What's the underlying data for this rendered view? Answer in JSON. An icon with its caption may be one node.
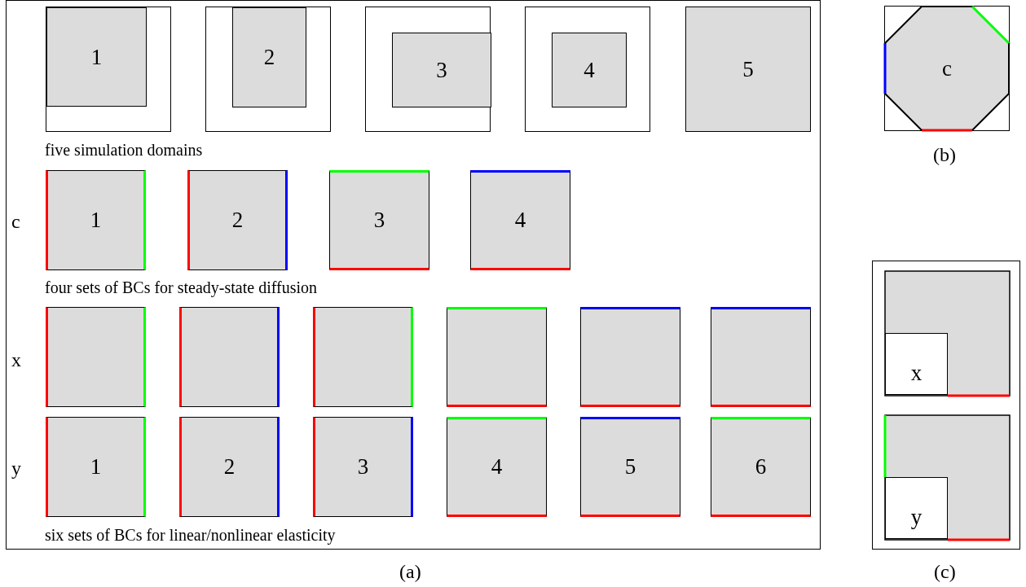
{
  "diagram": {
    "nodes": [
      {
        "text": [],
        "shape": "box"
      },
      {
        "text": [],
        "shape": "box",
        "in": 0
      },
      {
        "text": [
          "1"
        ],
        "in": 1
      },
      {
        "text": [],
        "shape": "box",
        "in": 0
      },
      {
        "text": [
          "2"
        ],
        "in": 3
      },
      {
        "text": [],
        "shape": "box",
        "in": 0
      },
      {
        "text": [
          "3"
        ],
        "in": 5
      },
      {
        "text": [],
        "shape": "box",
        "in": 0
      },
      {
        "text": [
          "4"
        ],
        "in": 7
      },
      {
        "text": [
          "5"
        ],
        "in": 0
      },
      {
        "text": [
          "1"
        ],
        "in": 0
      },
      {
        "text": [
          "2"
        ],
        "in": 0
      },
      {
        "text": [
          "3"
        ],
        "in": 0
      },
      {
        "text": [
          "4"
        ],
        "in": 0
      },
      {
        "text": [],
        "shape": "box",
        "in": 0
      },
      {
        "text": [],
        "shape": "box",
        "in": 0
      },
      {
        "text": [],
        "shape": "box",
        "in": 0
      },
      {
        "text": [],
        "shape": "box",
        "in": 0
      },
      {
        "text": [],
        "shape": "box",
        "in": 0
      },
      {
        "text": [],
        "shape": "box",
        "in": 0
      },
      {
        "text": [
          "1"
        ],
        "in": 0
      },
      {
        "text": [
          "2"
        ],
        "in": 0
      },
      {
        "text": [
          "3"
        ],
        "in": 0
      },
      {
        "text": [
          "4"
        ],
        "in": 0
      },
      {
        "text": [
          "5"
        ],
        "in": 0
      },
      {
        "text": [
          "6"
        ],
        "in": 0
      },
      {
        "text": [],
        "shape": "box"
      },
      {
        "text": [
          "c"
        ],
        "in": 26
      },
      {
        "text": [],
        "shape": "box"
      },
      {
        "text": [],
        "shape": "box",
        "in": 28
      },
      {
        "text": [
          "x"
        ],
        "in": 29
      },
      {
        "text": [],
        "shape": "box",
        "in": 28
      },
      {
        "text": [
          "y"
        ],
        "in": 31
      }
    ],
    "labels": [
      "five simulation domains",
      "(b)",
      "c",
      "four sets of BCs for steady-state diffusion",
      "x",
      "y",
      "six sets of BCs for linear/nonlinear elasticity",
      "(a)",
      "(c)"
    ]
  }
}
